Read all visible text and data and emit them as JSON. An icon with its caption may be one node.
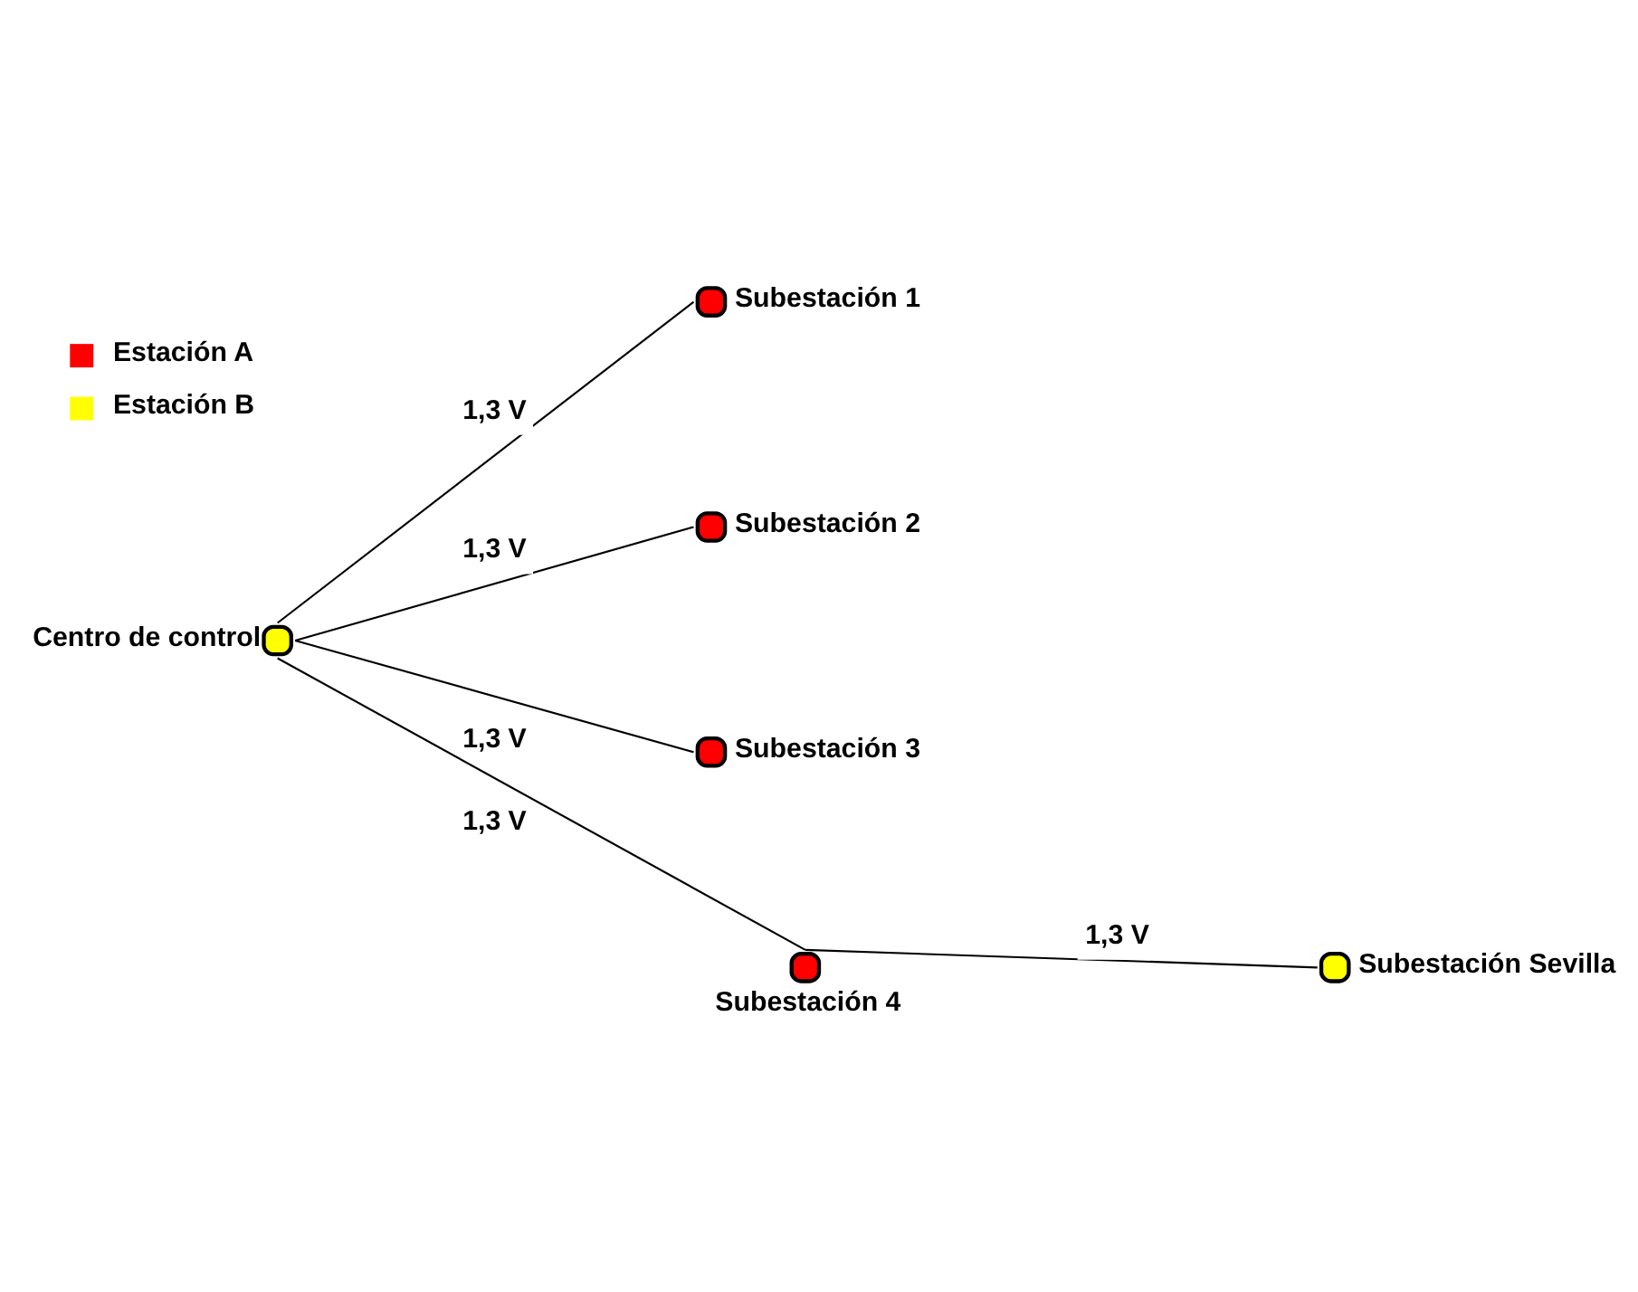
{
  "diagram": {
    "nodes": [
      {
        "text": [],
        "shape": "circle",
        "beside": [
          "Subestación 1"
        ]
      },
      {
        "text": [],
        "shape": "circle",
        "beside": [
          "Centro de control"
        ]
      },
      {
        "text": [],
        "shape": "circle",
        "beside": [
          "Subestación 2"
        ]
      },
      {
        "text": [],
        "shape": "circle",
        "beside": [
          "Subestación 3"
        ]
      },
      {
        "text": [],
        "shape": "circle",
        "beside": [
          "Subestación 4"
        ]
      },
      {
        "text": [],
        "shape": "circle",
        "beside": [
          "Subestación Sevilla"
        ]
      }
    ],
    "edges": [
      {
        "from": 1,
        "to": 0,
        "arrow": "none",
        "label": "1,3 V"
      },
      {
        "from": 1,
        "to": 2,
        "arrow": "none",
        "label": "1,3 V"
      },
      {
        "from": 1,
        "to": 3,
        "arrow": "none",
        "label": "1,3 V"
      },
      {
        "from": 1,
        "to": 4,
        "arrow": "none",
        "label": "1,3 V"
      },
      {
        "from": 4,
        "to": 5,
        "arrow": "none",
        "label": "1,3 V"
      }
    ],
    "legend": [
      {
        "text": "Estación A",
        "color": "#ff0000"
      },
      {
        "text": "Estación B",
        "color": "#ffff00"
      }
    ]
  }
}
